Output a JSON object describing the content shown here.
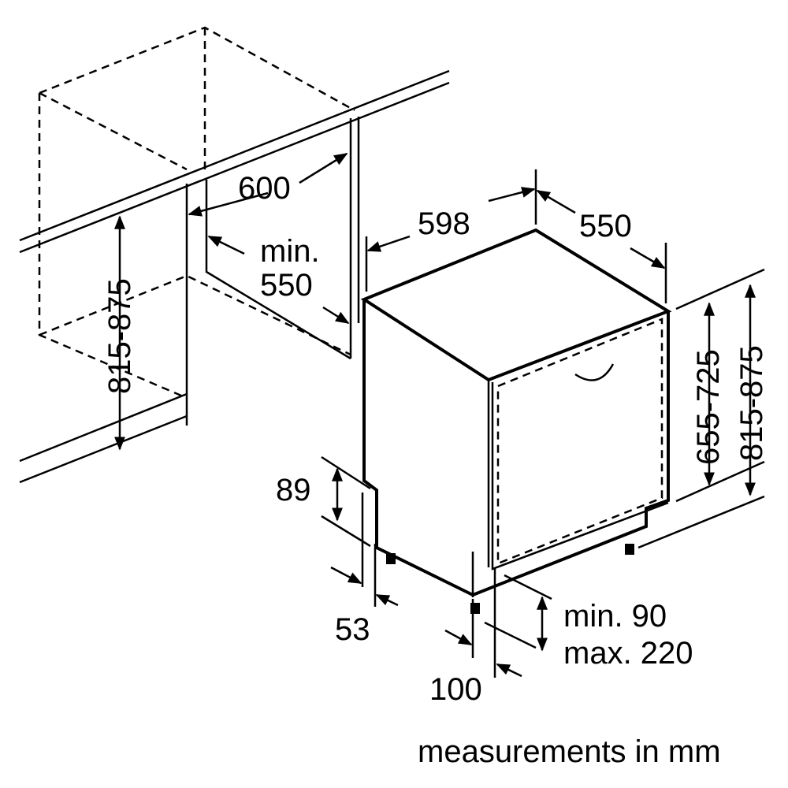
{
  "diagram": {
    "cabinet": {
      "width": "600",
      "depth_label_line1": "min.",
      "depth_label_line2": "550",
      "height": "815-875"
    },
    "appliance": {
      "width": "598",
      "depth": "550",
      "door_height": "655-725",
      "niche_height": "815-875",
      "plinth_height": "89",
      "plinth_setback": "53",
      "plinth_gap_min": "min. 90",
      "plinth_gap_max": "max. 220",
      "door_offset": "100"
    },
    "footnote": "measurements in mm"
  }
}
